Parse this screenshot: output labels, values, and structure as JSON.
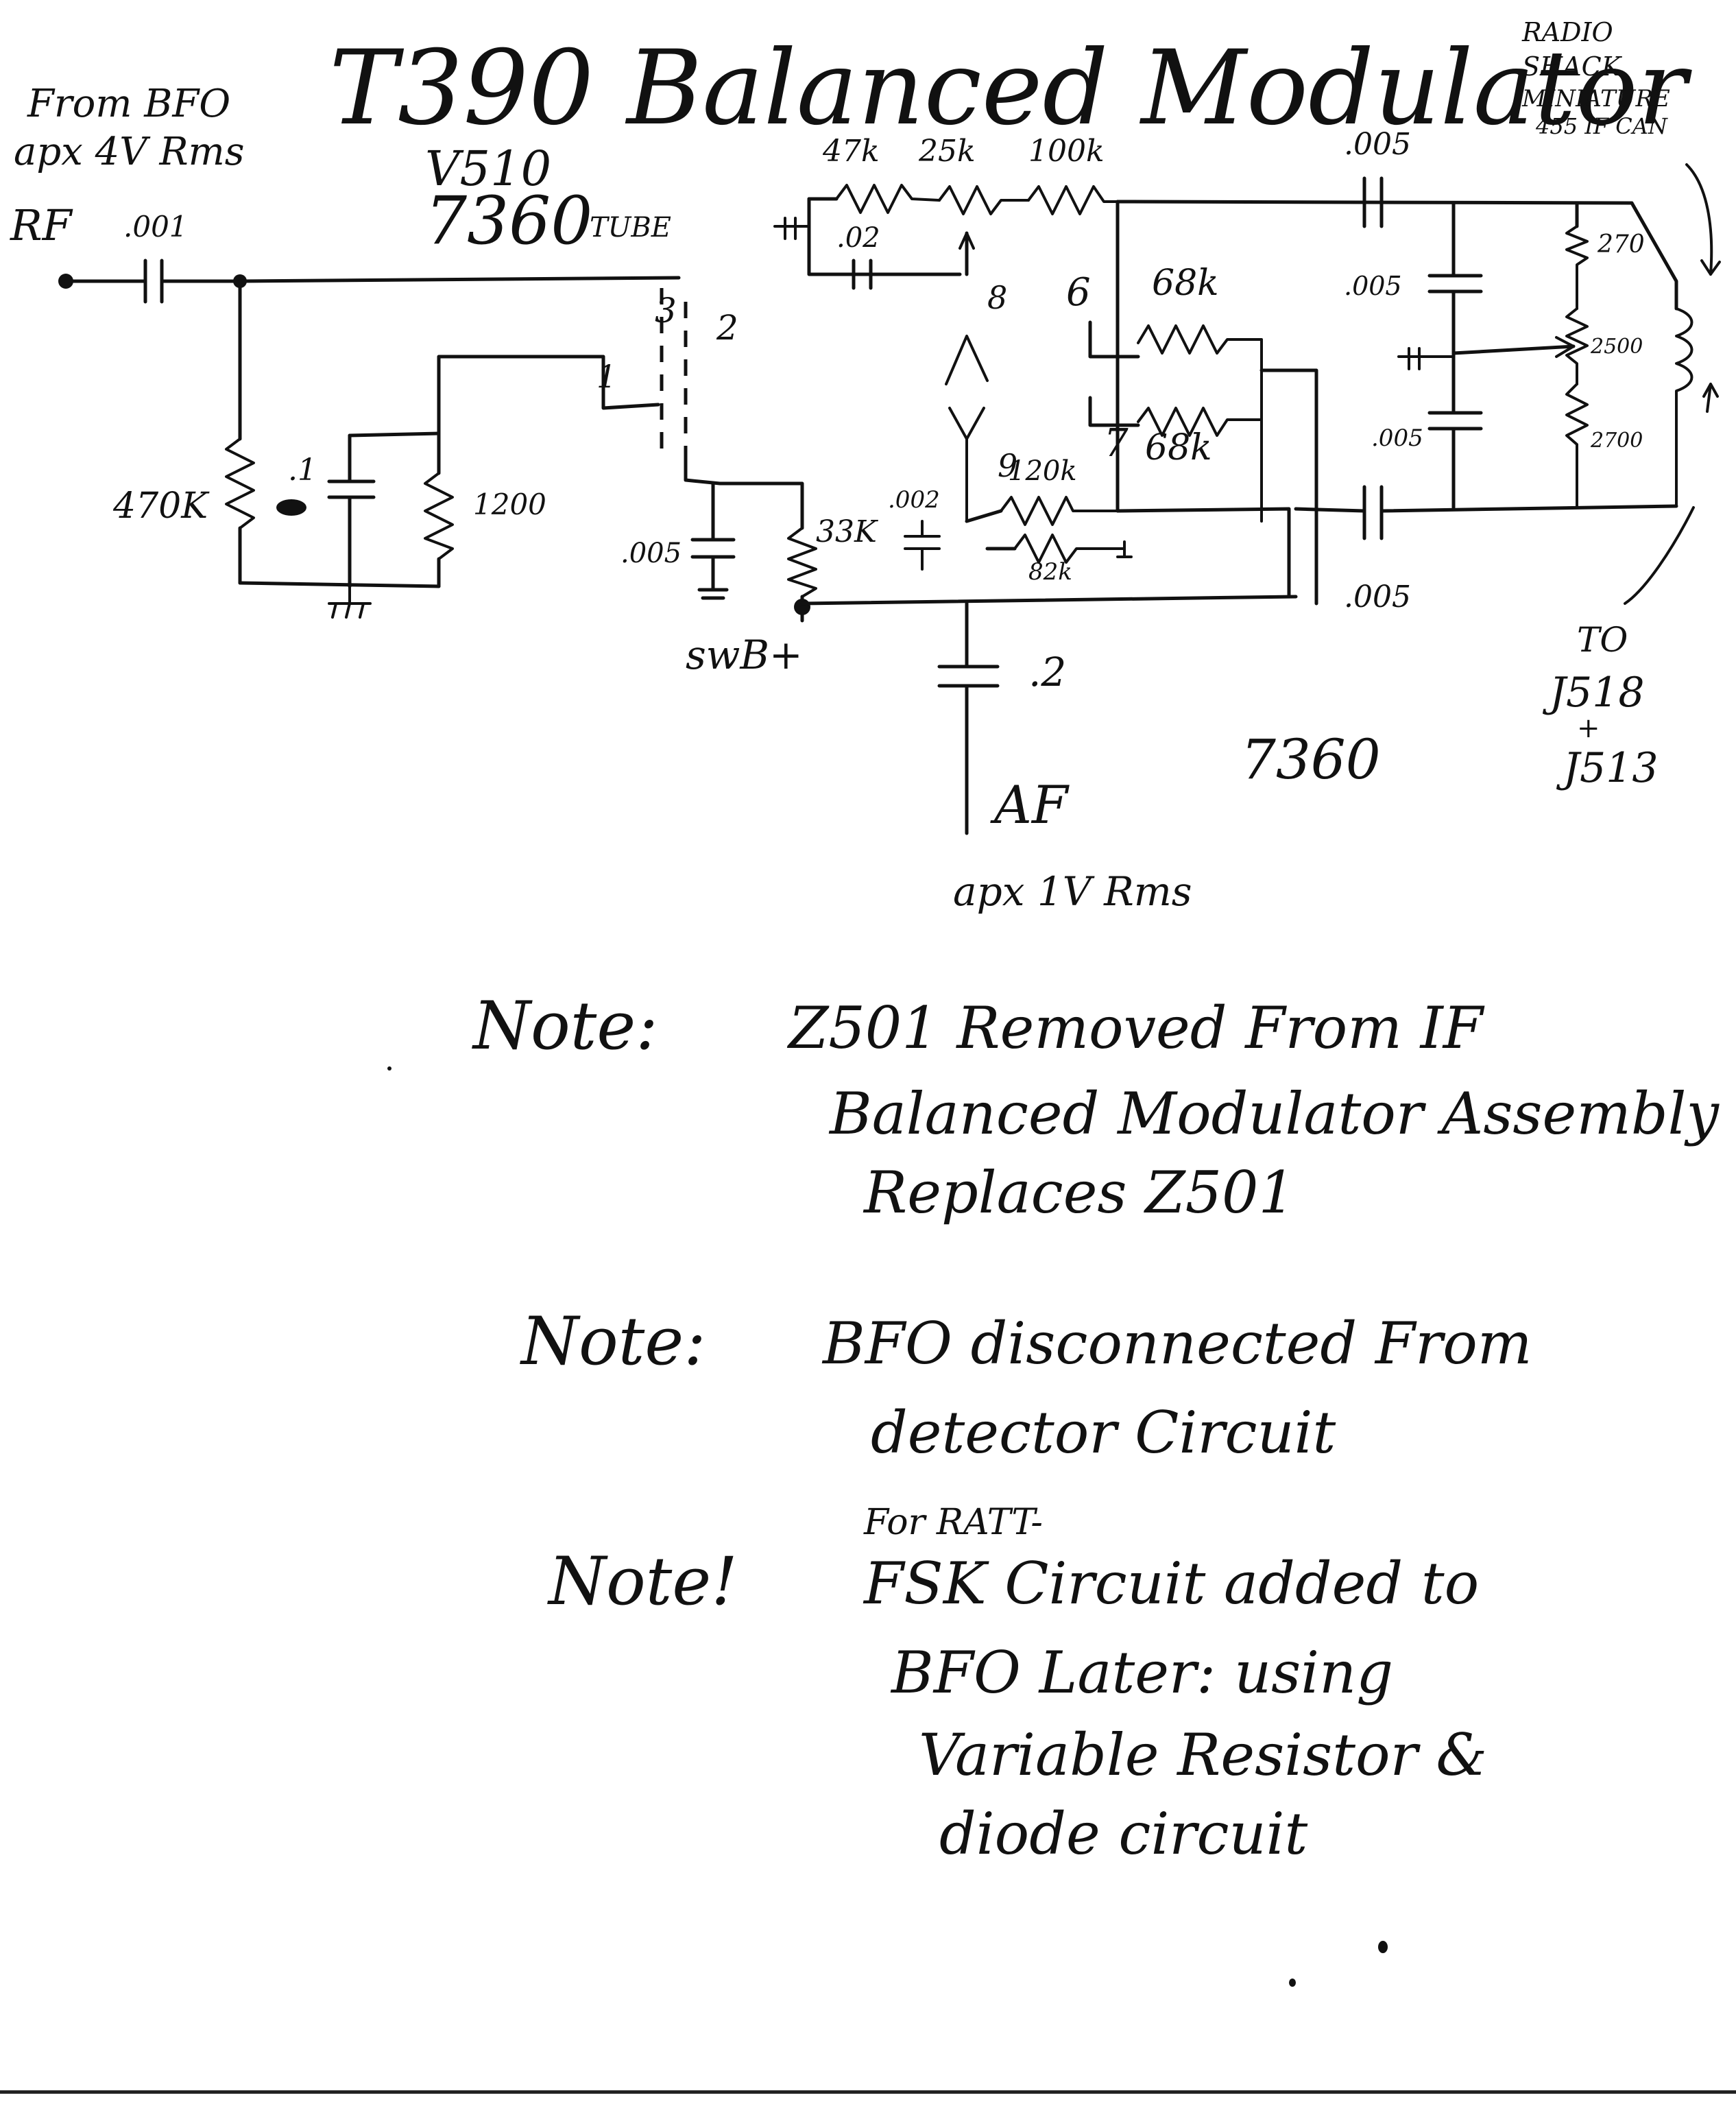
{
  "title": "T390 Balanced Modulator",
  "header": {
    "tube_ref": "V510",
    "tube_type": "7360",
    "tube_word": "TUBE"
  },
  "input": {
    "source_line1": "From BFO",
    "source_line2": "apx 4V Rms",
    "rf_label": "RF",
    "coupling_cap": ".001"
  },
  "left_network": {
    "r_grid": "470K",
    "cap": ".1",
    "r_shunt": "1200"
  },
  "tube_pins": {
    "pin3": "3",
    "pin2": "2",
    "pin1": "1",
    "pin8": "8",
    "pin6": "6",
    "pin9": "9",
    "pin7": "7"
  },
  "top_chain": {
    "r1": "47k",
    "pot": "25k",
    "r2": "100k",
    "cap": ".02"
  },
  "plate_resistors": {
    "upper": "68k",
    "lower": "68k"
  },
  "lower_network": {
    "cap_left": ".005",
    "r_33k": "33K",
    "cap_small": ".002",
    "r_120k": "120k",
    "r_small": "82k",
    "b_plus": "swB+",
    "af_cap": ".2",
    "af_label": "AF",
    "af_level": "apx 1V Rms",
    "tube_label_bottom": "7360"
  },
  "output_network": {
    "cap_top": ".005",
    "cap_mid_upper": ".005",
    "cap_mid_lower": ".005",
    "cap_bottom": ".005",
    "r_top": "270",
    "pot": "2500",
    "r_bottom": "2700"
  },
  "if_can": {
    "line1": "RADIO",
    "line2": "SHACK",
    "line3": "MINIATURE",
    "line4": "455 IF CAN"
  },
  "output_to": {
    "line1": "TO",
    "line2": "J518",
    "line3": "+",
    "line4": "J513"
  },
  "notes": [
    {
      "label": "Note:",
      "lines": [
        "Z501 Removed From IF",
        "Balanced Modulator Assembly",
        "Replaces Z501"
      ],
      "prefix": ""
    },
    {
      "label": "Note:",
      "lines": [
        "BFO disconnected From",
        "detector Circuit"
      ],
      "prefix": ""
    },
    {
      "label": "Note!",
      "prefix": "For RATT-",
      "lines": [
        "FSK Circuit added to",
        "BFO Later: using",
        "Variable Resistor &",
        "diode circuit"
      ]
    }
  ]
}
